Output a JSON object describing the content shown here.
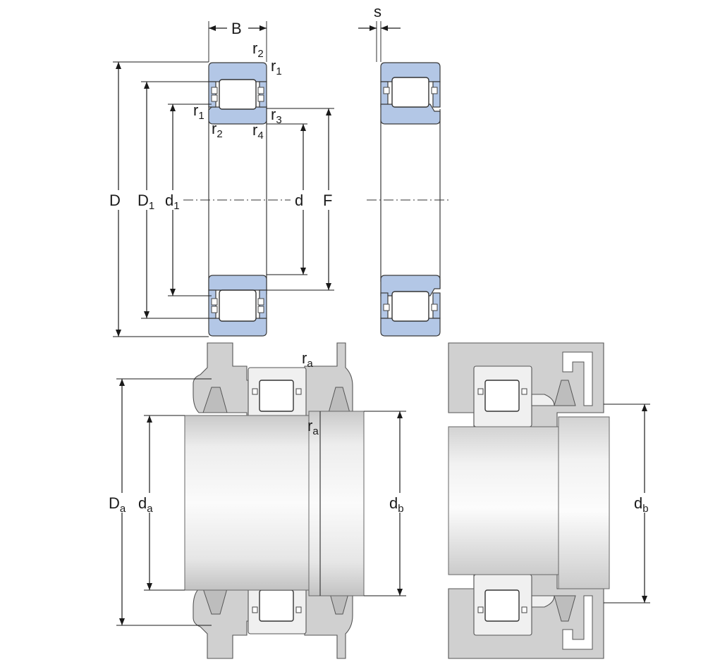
{
  "labels": {
    "B": "B",
    "s": "s",
    "D": "D",
    "D1": {
      "base": "D",
      "sub": "1"
    },
    "d1": {
      "base": "d",
      "sub": "1"
    },
    "d": "d",
    "F": "F",
    "r1_top": {
      "base": "r",
      "sub": "1"
    },
    "r2_top": {
      "base": "r",
      "sub": "2"
    },
    "r1_left": {
      "base": "r",
      "sub": "1"
    },
    "r2_bottom": {
      "base": "r",
      "sub": "2"
    },
    "r3": {
      "base": "r",
      "sub": "3"
    },
    "r4": {
      "base": "r",
      "sub": "4"
    },
    "ra_top": {
      "base": "r",
      "sub": "a"
    },
    "ra_bottom": {
      "base": "r",
      "sub": "a"
    },
    "Da": {
      "base": "D",
      "sub": "a"
    },
    "da": {
      "base": "d",
      "sub": "a"
    },
    "db_left": {
      "base": "d",
      "sub": "b"
    },
    "db_right": {
      "base": "d",
      "sub": "b"
    }
  },
  "colors": {
    "ring_fill": "#b3c7e6",
    "housing_fill": "#d0d0d0",
    "shaft_light": "#f7f7f7",
    "shaft_dark": "#c4c4c4"
  }
}
